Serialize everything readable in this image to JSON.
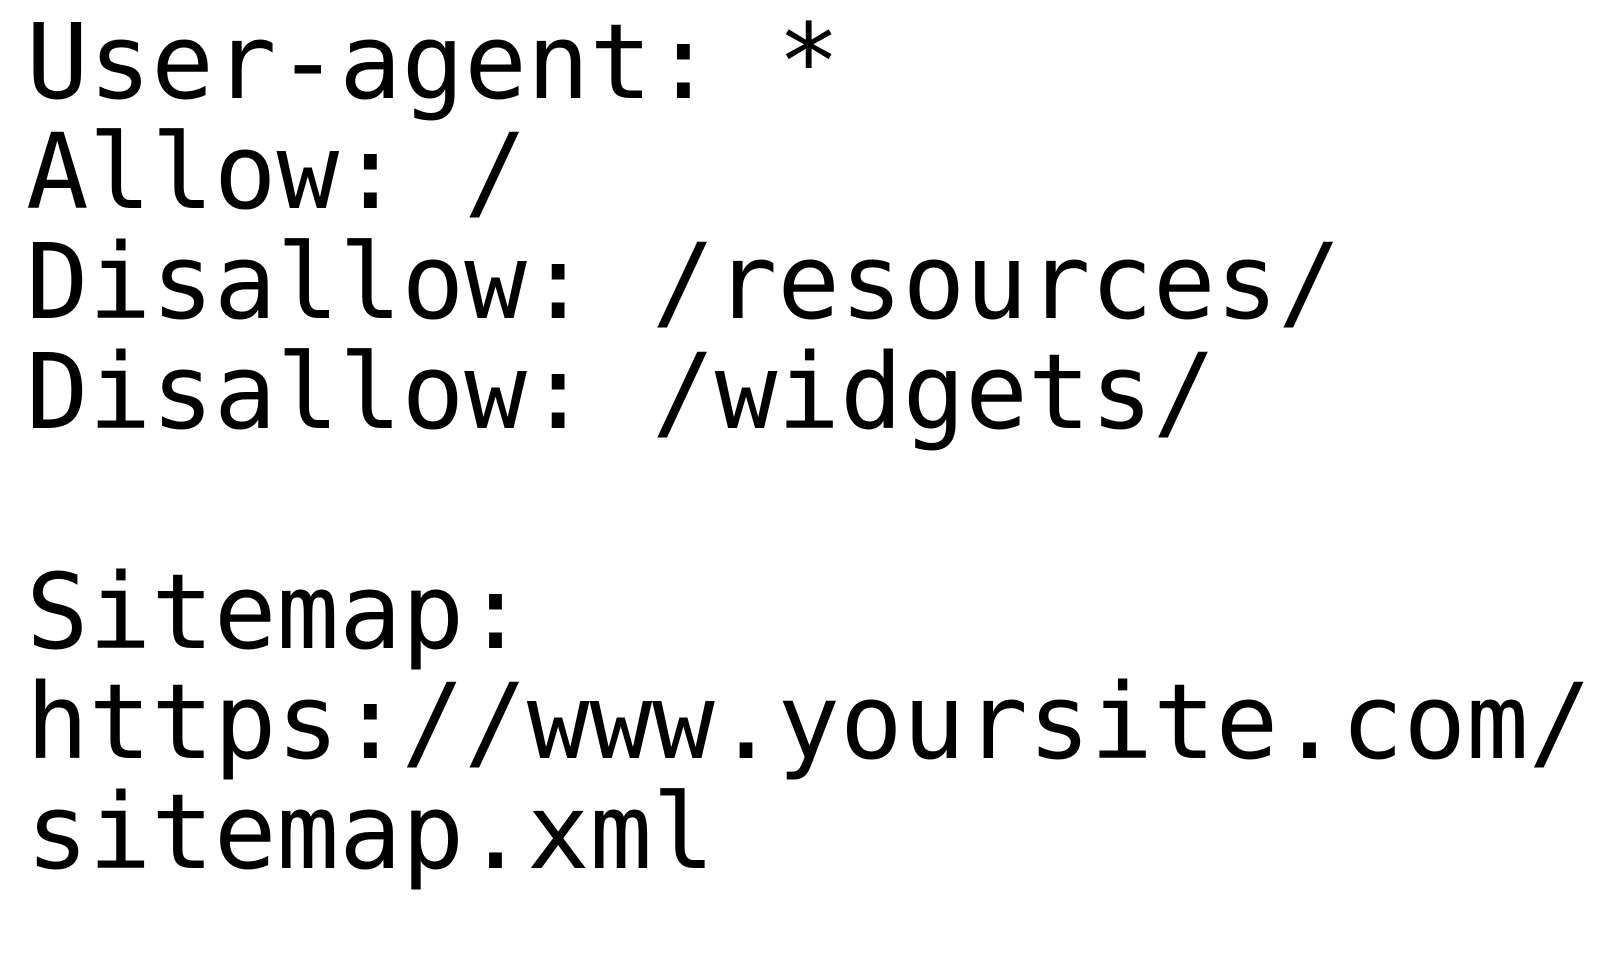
{
  "document": {
    "kind": "robots-txt",
    "background_color": "#ffffff",
    "text_color": "#000000",
    "font_style": "monospace",
    "lines": [
      "User-agent: *",
      "Allow: /",
      "Disallow: /resources/",
      "Disallow: /widgets/",
      "",
      "Sitemap:",
      "https://www.yoursite.com/",
      "sitemap.xml"
    ],
    "directives": {
      "user_agent_label": "User-agent:",
      "user_agent_value": "*",
      "allow_label": "Allow:",
      "allow_value": "/",
      "disallow_label": "Disallow:",
      "disallow_values": [
        "/resources/",
        "/widgets/"
      ],
      "sitemap_label": "Sitemap:",
      "sitemap_url": "https://www.yoursite.com/sitemap.xml"
    }
  }
}
